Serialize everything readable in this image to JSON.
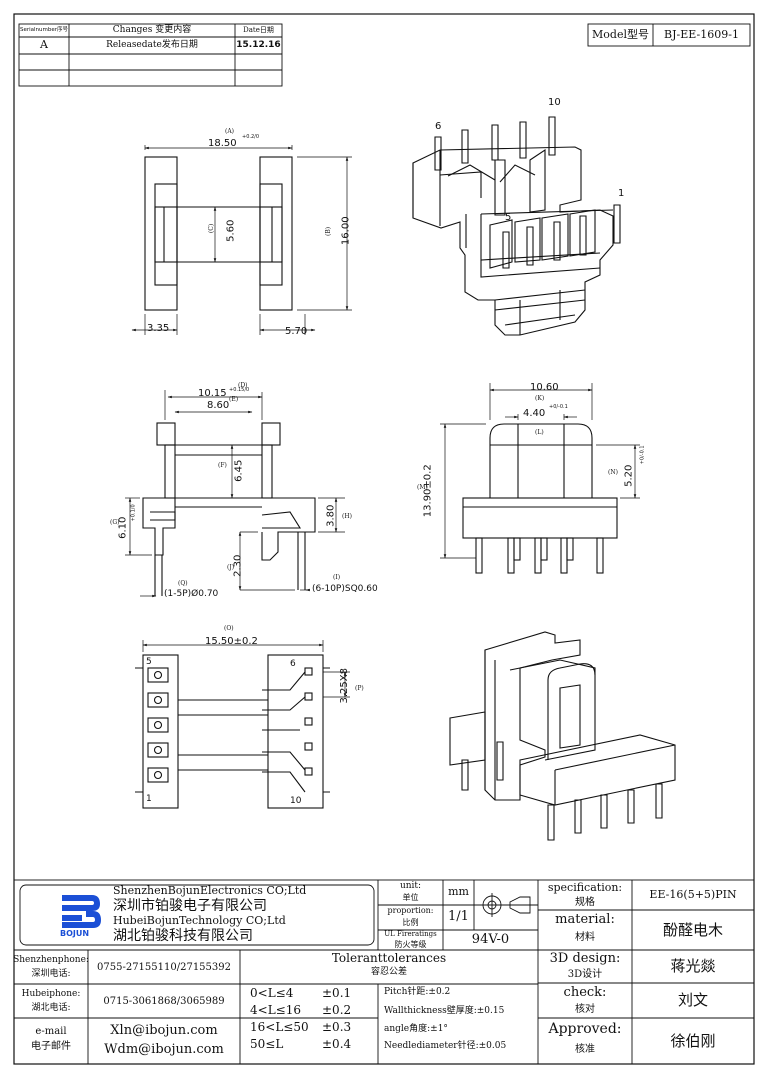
{
  "revision_table": {
    "headers": [
      "Serialnumber序号",
      "Changes 变更内容",
      "Date日期"
    ],
    "rows": [
      [
        "A",
        "Releasedate发布日期",
        "15.12.16"
      ]
    ]
  },
  "model": {
    "label": "Model型号",
    "value": "BJ-EE-1609-1"
  },
  "dims": {
    "A_tag": "(A)",
    "A_val": "18.50",
    "A_tol": "+0.2/0",
    "C_tag": "(C)",
    "C_val": "5.60",
    "B_tag": "(B)",
    "B_val": "16.00",
    "d335": "3.35",
    "d570": "5.70",
    "D_tag": "(D)",
    "D_val": "10.15",
    "D_tol": "+0.15/0",
    "E_tag": "(E)",
    "E_val": "8.60",
    "F_tag": "(F)",
    "F_val": "6.45",
    "H_tag": "(H)",
    "H_val": "3.80",
    "G_tag": "(G)",
    "G_val": "6.10",
    "G_tol": "+0.1/0",
    "J_tag": "(J)",
    "J_val": "2.30",
    "Q_tag": "(Q)",
    "Q_val": "(1-5P)Ø0.70",
    "I_tag": "(I)",
    "I_val": "(6-10P)SQ0.60",
    "K_tag": "(K)",
    "K_val": "10.60",
    "L_tag": "(L)",
    "L_val": "4.40",
    "L_tol": "+0/-0.1",
    "N_tag": "(N)",
    "N_val": "5.20",
    "N_tol": "+0/-0.1",
    "M_tag": "(M)",
    "M_val": "13.90±0.2",
    "O_tag": "(O)",
    "O_val": "15.50±0.2",
    "P_tag": "(P)",
    "P_val": "3.25X8"
  },
  "pins": {
    "p1": "1",
    "p5": "5",
    "p6": "6",
    "p10": "10"
  },
  "company": {
    "logo_text": "BOJUN",
    "en1": "ShenzhenBojunElectronics CO;Ltd",
    "cn1": "深圳市铂骏电子有限公司",
    "en2": "HubeiBojunTechnology CO;Ltd",
    "cn2": "湖北铂骏科技有限公司"
  },
  "units": {
    "label_en": "unit:",
    "label_cn": "单位",
    "value": "mm"
  },
  "proportion": {
    "label_en": "proportion:",
    "label_cn": "比例",
    "value": "1/1"
  },
  "ul": {
    "label_en": "UL Fireratings",
    "label_cn": "防火等级",
    "value": "94V-0"
  },
  "spec": {
    "label_en": "specification:",
    "label_cn": "规格",
    "value": "EE-16(5+5)PIN"
  },
  "material": {
    "label_en": "material:",
    "label_cn": "材料",
    "value": "酚醛电木"
  },
  "design": {
    "label_en": "3D design:",
    "label_cn": "3D设计",
    "value": "蒋光燚"
  },
  "check": {
    "label_en": "check:",
    "label_cn": "核对",
    "value": "刘文"
  },
  "approved": {
    "label_en": "Approved:",
    "label_cn": "核准",
    "value": "徐伯刚"
  },
  "contacts": [
    {
      "label_en": "Shenzhenphone:",
      "label_cn": "深圳电话:",
      "value": "0755-27155110/27155392"
    },
    {
      "label_en": "Hubeiphone:",
      "label_cn": "湖北电话:",
      "value": "0715-3061868/3065989"
    },
    {
      "label_en": "e-mail",
      "label_cn": "电子邮件",
      "value1": "Xln@ibojun.com",
      "value2": "Wdm@ibojun.com"
    }
  ],
  "tolerances": {
    "title_en": "Toleranttolerances",
    "title_cn": "容忍公差",
    "rows": [
      {
        "range": "0<L≤4",
        "tol": "±0.1"
      },
      {
        "range": "4<L≤16",
        "tol": "±0.2"
      },
      {
        "range": "16<L≤50",
        "tol": "±0.3"
      },
      {
        "range": "50≤L",
        "tol": "±0.4"
      }
    ],
    "notes": [
      "Pitch针距:±0.2",
      "Wallthickness壁厚度:±0.15",
      "angle角度:±1°",
      "Needlediameter针径:±0.05"
    ]
  }
}
